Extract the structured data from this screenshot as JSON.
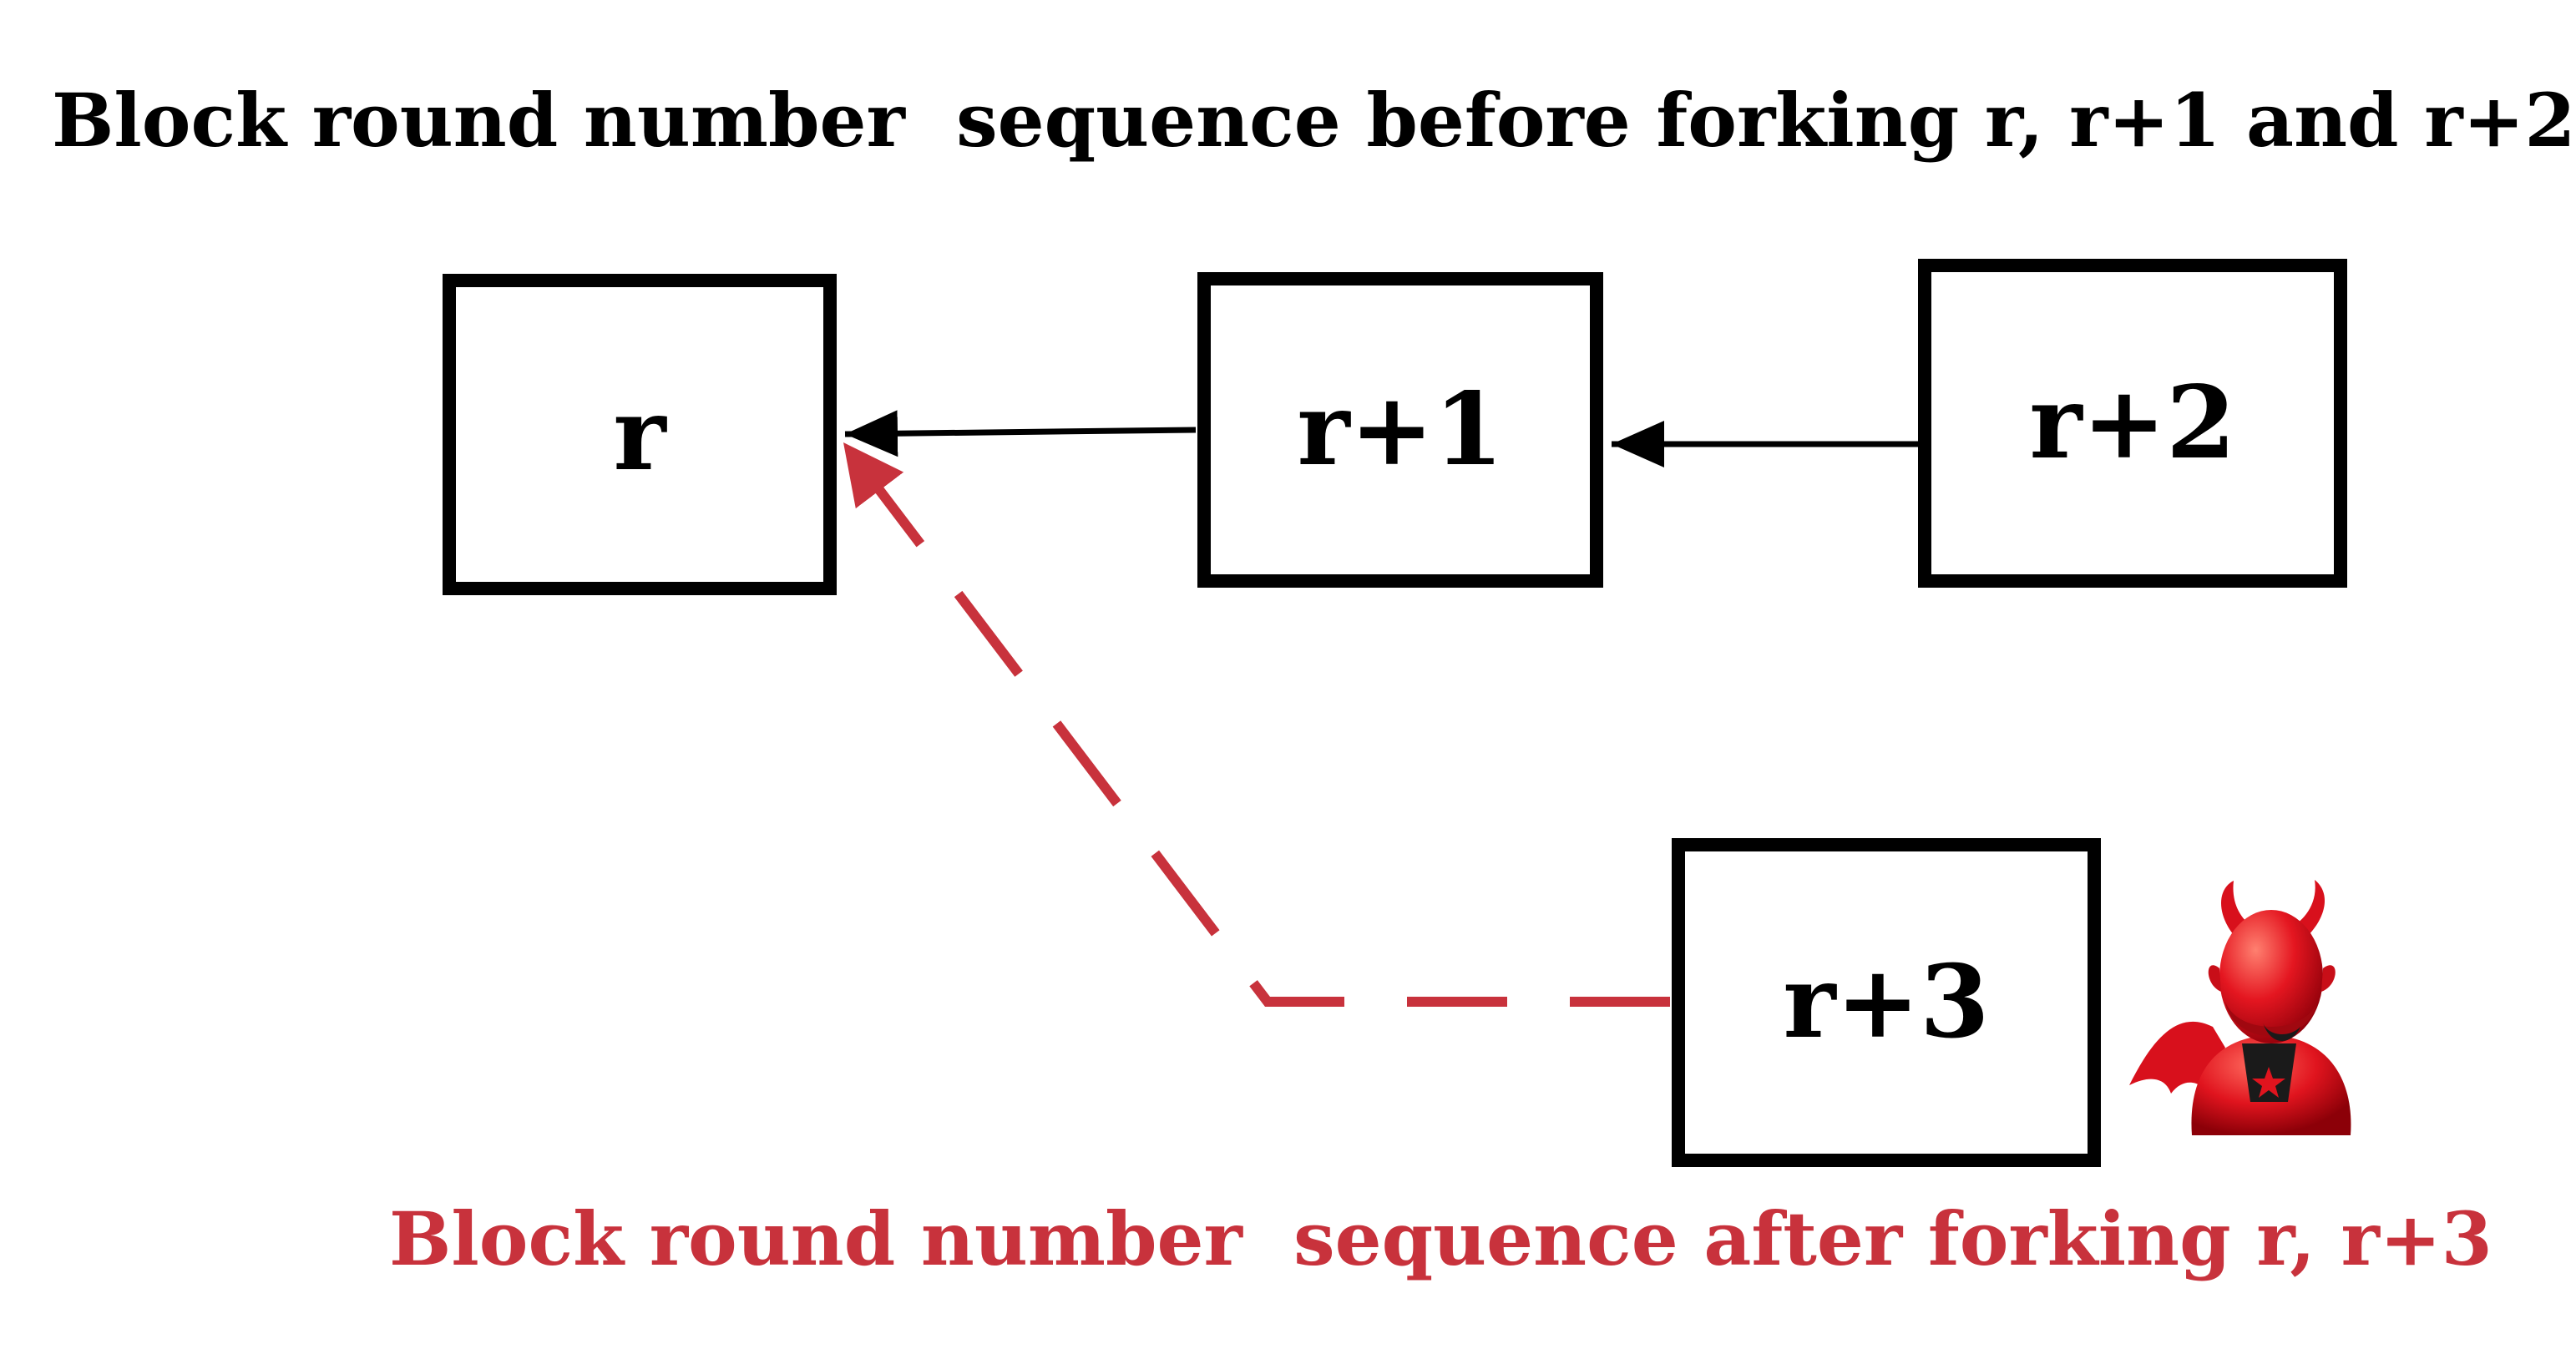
{
  "captions": {
    "before": "Block round number  sequence before forking r, r+1 and r+2",
    "after": "Block round number  sequence after forking r, r+3"
  },
  "blocks": {
    "r": "r",
    "r1": "r+1",
    "r2": "r+2",
    "r3": "r+3"
  },
  "colors": {
    "main_chain": "#000000",
    "fork": "#c8323c",
    "attacker": "#e0141e"
  },
  "icons": {
    "attacker": "red-devil-attacker-icon"
  }
}
